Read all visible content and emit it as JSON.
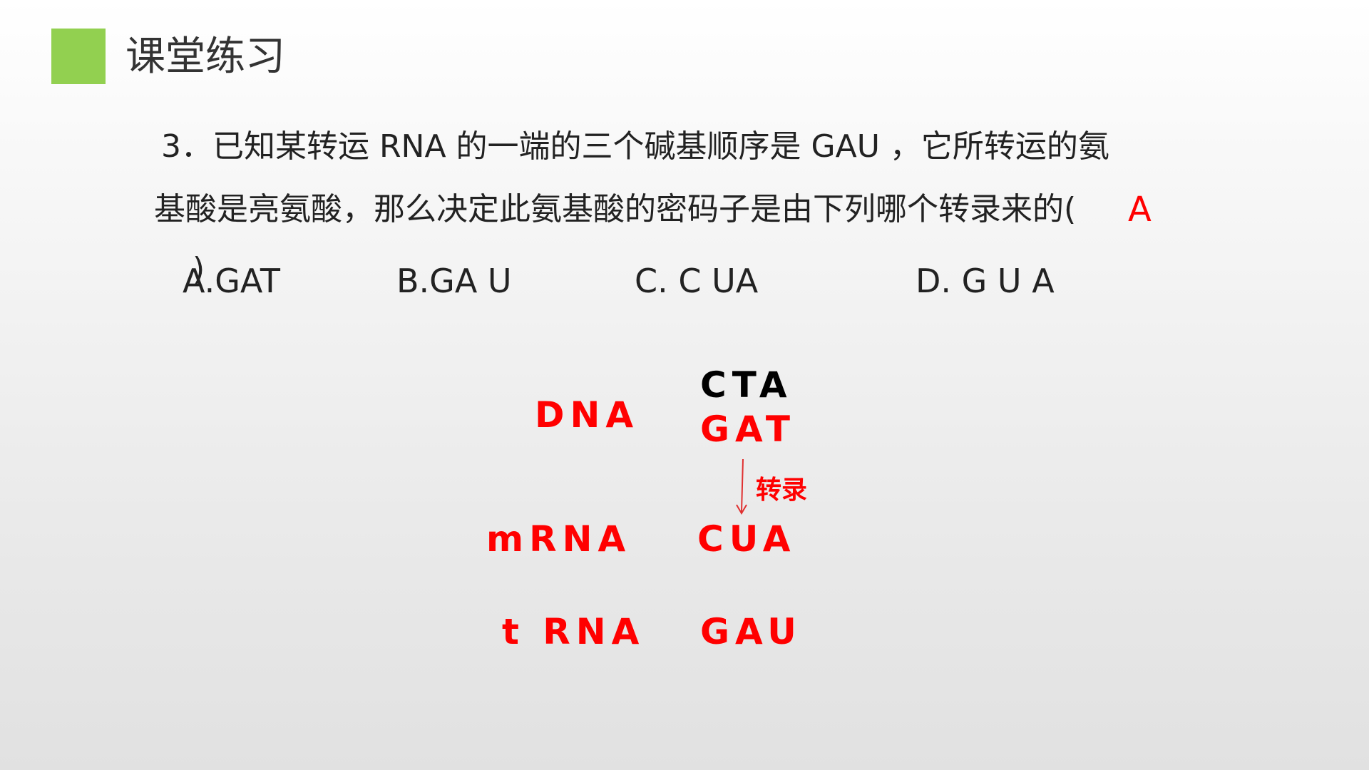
{
  "slide": {
    "title": "课堂练习",
    "accent_color": "#92d050"
  },
  "question": {
    "line1": "3．已知某转运 RNA 的一端的三个碱基顺序是 GAU ，它所转运的氨",
    "line2": "基酸是亮氨酸，那么决定此氨基酸的密码子是由下列哪个转录来的(",
    "closing_paren": ")",
    "answer": "A",
    "options": [
      {
        "label": "A.GAT"
      },
      {
        "label": "B.GA U"
      },
      {
        "label": "C. C UA"
      },
      {
        "label": "D. G U A"
      }
    ]
  },
  "diagram": {
    "dna_label": "DNA",
    "dna_template_strand": "CTA",
    "dna_coding_strand": "GAT",
    "process_label": "转录",
    "mrna_label": "mRNA",
    "mrna_sequence": "CUA",
    "trna_label": "t RNA",
    "trna_sequence": "GAU",
    "highlight_color": "#ff0000"
  }
}
